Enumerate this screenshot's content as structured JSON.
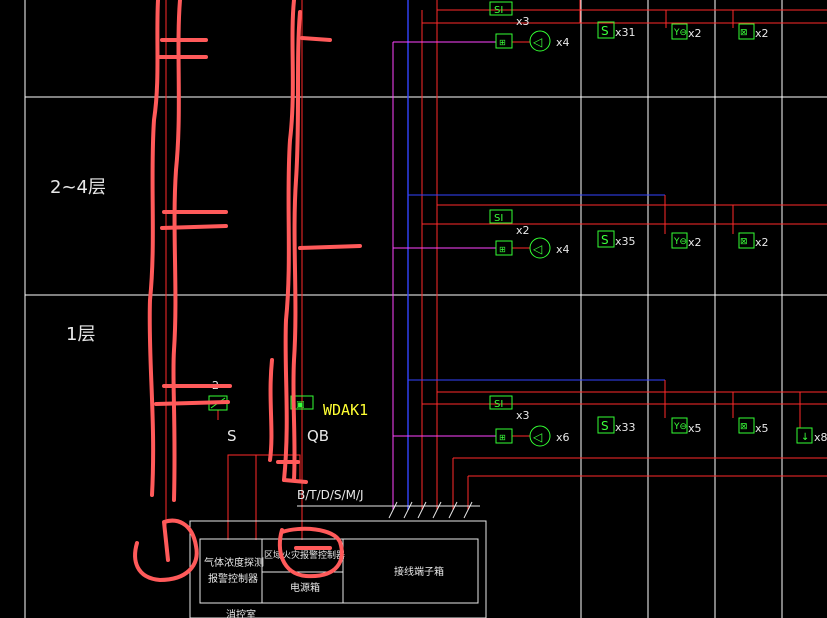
{
  "floor_labels": {
    "floor_2_4": "2~4层",
    "floor_1": "1层"
  },
  "rows": [
    {
      "si_label": "SI",
      "si_count": "x3",
      "speaker_count": "x4",
      "smoke_count": "x31",
      "temp_count": "x2",
      "manual_count": "x2"
    },
    {
      "si_label": "SI",
      "si_count": "x2",
      "speaker_count": "x4",
      "smoke_count": "x35",
      "temp_count": "x2",
      "manual_count": "x2"
    },
    {
      "si_label": "SI",
      "si_count": "x3",
      "speaker_count": "x6",
      "smoke_count": "x33",
      "temp_count": "x5",
      "manual_count": "x5",
      "extra_count": "x8"
    }
  ],
  "labels": {
    "switch_count": "2",
    "s_label": "S",
    "qb_label": "QB",
    "wdak": "WDAK1",
    "bus": "B/T/D/S/M/J"
  },
  "control_box": {
    "gas_line1": "气体浓度探测",
    "gas_line2": "报警控制器",
    "fire_panel": "区域火灾报警控制器",
    "power": "电源箱",
    "terminal": "接线端子箱",
    "room": "消控室"
  },
  "colors": {
    "grid": "#ffffff",
    "red_line": "#ff2a2a",
    "blue_line": "#3344ff",
    "magenta_line": "#ff44ff",
    "green_symbol": "#33ff33",
    "yellow_text": "#ffff33",
    "annotation": "#ff5a5a"
  }
}
